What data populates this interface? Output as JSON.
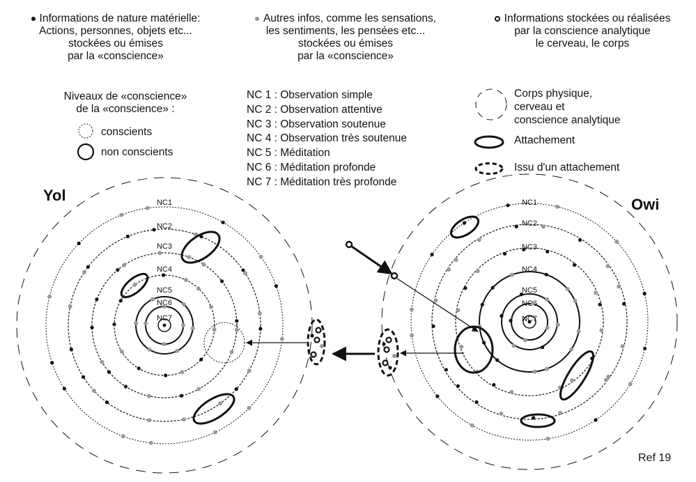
{
  "legend": {
    "materielle": [
      "Informations de nature matérielle:",
      "Actions, personnes, objets etc...",
      "stockées ou émises",
      "par  la «conscience»"
    ],
    "autres": [
      "Autres infos, comme les sensations,",
      "les sentiments, les pensées etc...",
      "stockées ou émises",
      "par la «conscience»"
    ],
    "analytique": [
      "Informations stockées ou réalisées",
      "par la conscience analytique",
      "le cerveau, le corps"
    ],
    "niveaux_title": [
      "Niveaux de «conscience»",
      "de la «conscience» :"
    ],
    "conscients": "conscients",
    "non_conscients": "non conscients",
    "corps": [
      "Corps physique,",
      "cerveau et",
      "conscience analytique"
    ],
    "attachement": "Attachement",
    "issu": "Issu d'un attachement"
  },
  "nc_levels": [
    "NC 1 : Observation simple",
    "NC 2 : Observation attentive",
    "NC 3 : Observation soutenue",
    "NC 4 : Observation très soutenue",
    "NC 5 : Méditation",
    "NC 6 : Méditation profonde",
    "NC 7 : Méditation très profonde"
  ],
  "ring_labels": [
    "NC1",
    "NC2",
    "NC3",
    "NC4",
    "NC5",
    "NC6",
    "NC7"
  ],
  "persons": {
    "left": "Yol",
    "right": "Owi"
  },
  "ref": "Ref 19",
  "colors": {
    "ink": "#111111",
    "grey_dot": "#9a9a9a",
    "background": "#ffffff"
  }
}
